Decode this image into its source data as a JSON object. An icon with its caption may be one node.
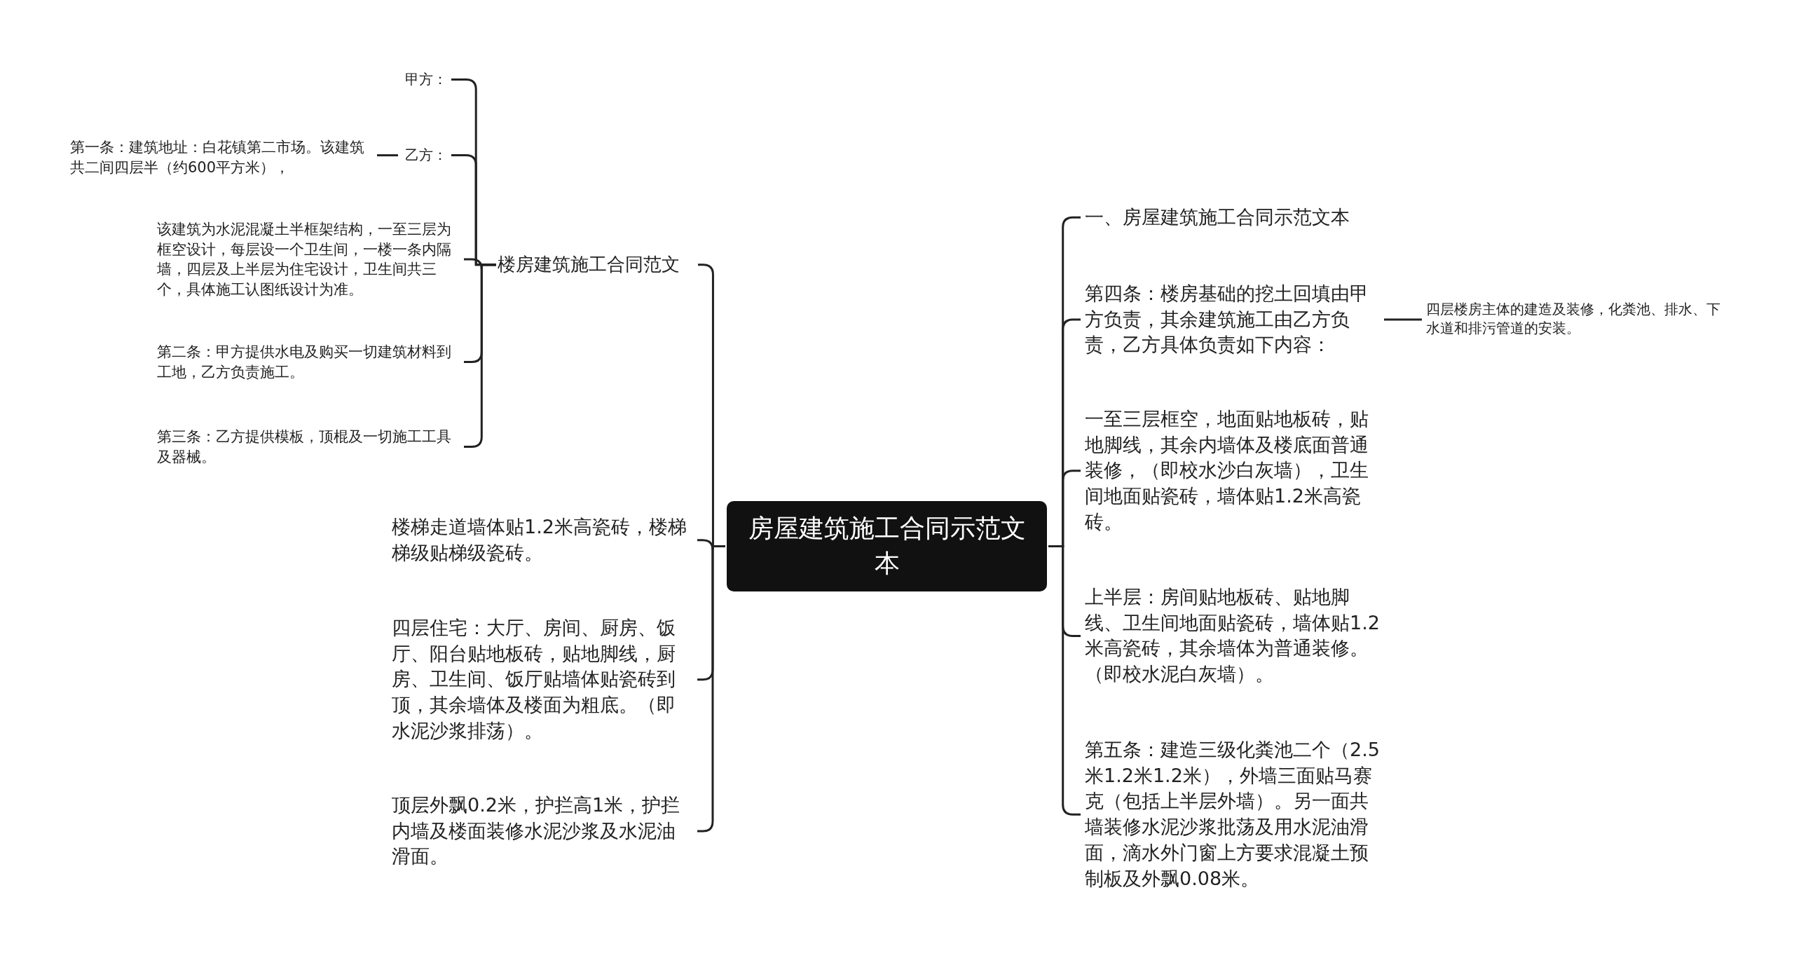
{
  "diagram": {
    "nodes": [
      {
        "text": [
          "房屋建筑施工合同示范文本"
        ]
      },
      {
        "text": [
          "楼房建筑施工合同范文"
        ]
      },
      {
        "text": [
          "甲方："
        ]
      },
      {
        "text": [
          "乙方："
        ]
      },
      {
        "text": [
          "第一条：建筑地址：白花镇第二市场。该建筑共二间四层半（约600平方米），"
        ]
      },
      {
        "text": [
          "该建筑为水泥混凝土半框架结构，一至三层为框空设计，每层设一个卫生间，一楼一条内隔墙，四层及上半层为住宅设计，卫生间共三个，具体施工认图纸设计为准。"
        ]
      },
      {
        "text": [
          "第二条：甲方提供水电及购买一切建筑材料到工地，乙方负责施工。"
        ]
      },
      {
        "text": [
          "第三条：乙方提供模板，顶棍及一切施工工具及器械。"
        ]
      },
      {
        "text": [
          "楼梯走道墙体贴1.2米高瓷砖，楼梯梯级贴梯级瓷砖。"
        ]
      },
      {
        "text": [
          "四层住宅：大厅、房间、厨房、饭厅、阳台贴地板砖，贴地脚线，厨房、卫生间、饭厅贴墙体贴瓷砖到顶，其余墙体及楼面为粗底。（即水泥沙浆排荡）。"
        ]
      },
      {
        "text": [
          "顶层外飘0.2米，护拦高1米，护拦内墙及楼面装修水泥沙浆及水泥油滑面。"
        ]
      },
      {
        "text": [
          "一、房屋建筑施工合同示范文本"
        ]
      },
      {
        "text": [
          "第四条：楼房基础的挖土回填由甲方负责，其余建筑施工由乙方负责，乙方具体负责如下内容："
        ]
      },
      {
        "text": [
          "四层楼房主体的建造及装修，化粪池、排水、下水道和排污管道的安装。"
        ]
      },
      {
        "text": [
          "一至三层框空，地面贴地板砖，贴地脚线，其余内墙体及楼底面普通装修，（即校水沙白灰墙），卫生间地面贴瓷砖，墙体贴1.2米高瓷砖。"
        ]
      },
      {
        "text": [
          "上半层：房间贴地板砖、贴地脚线、卫生间地面贴瓷砖，墙体贴1.2米高瓷砖，其余墙体为普通装修。（即校水泥白灰墙）。"
        ]
      },
      {
        "text": [
          "第五条：建造三级化粪池二个（2.5米1.2米1.2米），外墙三面贴马赛克（包括上半层外墙）。另一面共墙装修水泥沙浆批荡及用水泥油滑面，滴水外门窗上方要求混凝土预制板及外飘0.08米。"
        ]
      }
    ],
    "edges": [
      {
        "from": 0,
        "to": 1,
        "arrow": "none"
      },
      {
        "from": 1,
        "to": 2,
        "arrow": "none"
      },
      {
        "from": 1,
        "to": 3,
        "arrow": "none"
      },
      {
        "from": 3,
        "to": 4,
        "arrow": "none"
      },
      {
        "from": 1,
        "to": 5,
        "arrow": "none"
      },
      {
        "from": 1,
        "to": 6,
        "arrow": "none"
      },
      {
        "from": 1,
        "to": 7,
        "arrow": "none"
      },
      {
        "from": 0,
        "to": 8,
        "arrow": "none"
      },
      {
        "from": 0,
        "to": 9,
        "arrow": "none"
      },
      {
        "from": 0,
        "to": 10,
        "arrow": "none"
      },
      {
        "from": 0,
        "to": 11,
        "arrow": "none"
      },
      {
        "from": 0,
        "to": 12,
        "arrow": "none"
      },
      {
        "from": 12,
        "to": 13,
        "arrow": "none"
      },
      {
        "from": 0,
        "to": 14,
        "arrow": "none"
      },
      {
        "from": 0,
        "to": 15,
        "arrow": "none"
      },
      {
        "from": 0,
        "to": 16,
        "arrow": "none"
      }
    ]
  }
}
